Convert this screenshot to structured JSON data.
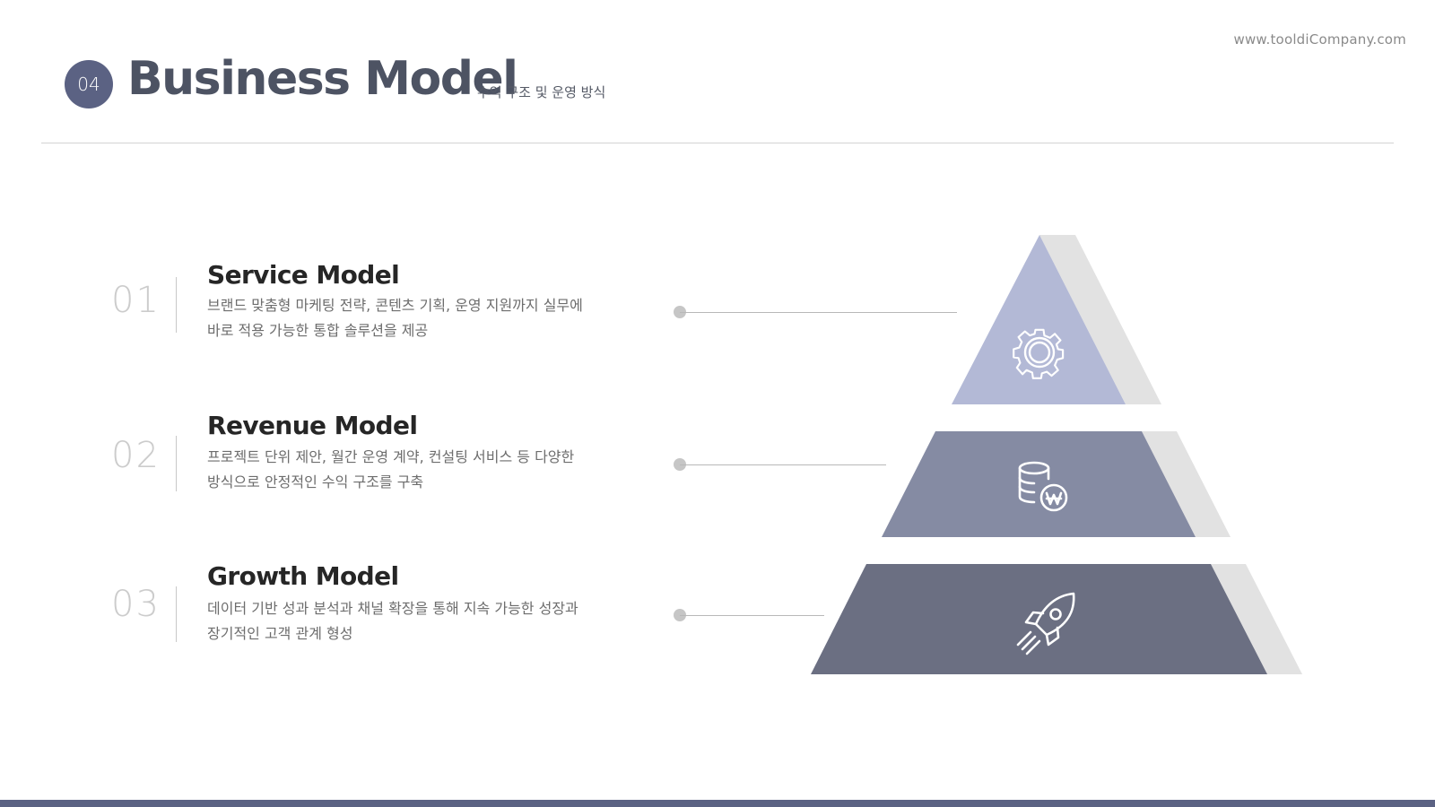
{
  "header": {
    "number": "04",
    "title": "Business Model",
    "subtitle": "수익 구조 및 운영 방식",
    "website": "www.tooldiCompany.com"
  },
  "items": [
    {
      "number": "01",
      "title": "Service Model",
      "desc_line1": "브랜드 맞춤형 마케팅 전략, 콘텐츠 기획, 운영 지원까지 실무에",
      "desc_line2": "바로 적용 가능한 통합 솔루션을 제공",
      "icon": "gear-icon"
    },
    {
      "number": "02",
      "title": "Revenue Model",
      "desc_line1": "프로젝트 단위 제안, 월간 운영 계약, 컨설팅 서비스 등 다양한",
      "desc_line2": "방식으로 안정적인 수익 구조를 구축",
      "icon": "coin-stack-won-icon"
    },
    {
      "number": "03",
      "title": "Growth Model",
      "desc_line1": "데이터 기반 성과 분석과 채널 확장을 통해 지속 가능한 성장과",
      "desc_line2": "장기적인 고객 관계 형성",
      "icon": "rocket-icon"
    }
  ],
  "colors": {
    "accent": "#5b6283",
    "tier_top": "#b3b9d6",
    "tier_middle": "#858ba3",
    "tier_bottom": "#6b6f82",
    "tier_shadow": "#e2e2e2"
  }
}
